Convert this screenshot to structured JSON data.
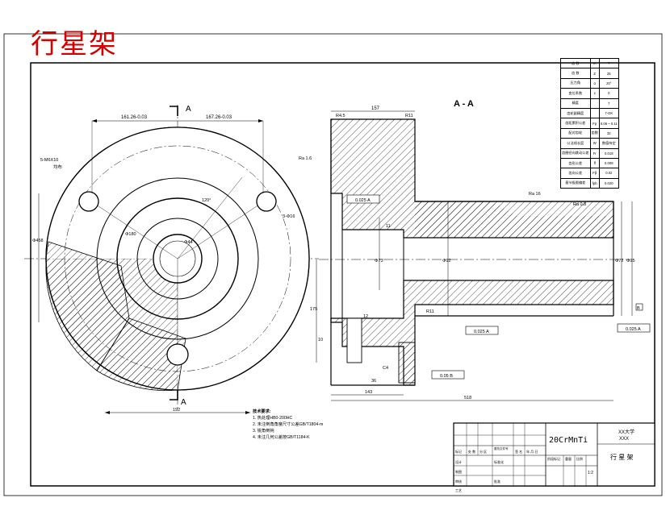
{
  "drawing": {
    "title_red": "行星架",
    "section_label": "A - A",
    "cut_label_top": "A",
    "cut_label_bottom": "A"
  },
  "param_table": [
    [
      "齿 数",
      "m",
      "7"
    ],
    [
      "齿 数",
      "Z",
      "25"
    ],
    [
      "压力角",
      "α",
      "20°"
    ],
    [
      "变位系数",
      "x",
      "0"
    ],
    [
      "精度",
      "",
      "7"
    ],
    [
      "齿轮副精度",
      "",
      "7-GK"
    ],
    [
      "齿距累积公差",
      "Fp",
      "0.06 ~ 0.11"
    ],
    [
      "配对齿轮",
      "齿数",
      "32"
    ],
    [
      "公法线长度",
      "W",
      "数值待定"
    ],
    [
      "齿圈径向跳动公差",
      "Fr",
      "0.018"
    ],
    [
      "齿形公差",
      "ff",
      "0.008"
    ],
    [
      "齿向公差",
      "Fβ",
      "0.02"
    ],
    [
      "基节极限偏差",
      "fpb",
      "0.020"
    ]
  ],
  "dims_left": {
    "top_left": "161.26-0.03",
    "top_right": "167.26-0.03",
    "hole_note": "5-M6X10",
    "hole_note_sub": "均布",
    "hole_note_right": "3-Φ16",
    "ra_right": "Ra 1.6",
    "dia_small": "Φ44",
    "dia_mid": "Φ180",
    "left_dim": "Φ458",
    "bottom_dim": "192",
    "angle": "120°"
  },
  "dims_right": {
    "top_overall": "157",
    "r_top_left": "R4.5",
    "r_top_right": "R11",
    "ra_16": "Ra 16",
    "ra_08": "Ra 0.8",
    "tol_left": "0.025 A",
    "tol_bottom": "0.025 A",
    "tol_far_right": "0.025 A",
    "tol_b": "0.05 B",
    "r11_bottom": "R11",
    "dia_inner": "Φ73",
    "dia_bore": "Φ92",
    "dia_shaft": "Φ72",
    "dia_end": "Φ95",
    "height_175": "175",
    "w_11": "11",
    "w_10": "10",
    "w_12": "12",
    "w_36": "36",
    "w_143": "143",
    "w_518": "518",
    "c4": "C4",
    "label_b": "B"
  },
  "tech_notes": {
    "heading": "技术要求:",
    "items": [
      "1. 热处理HB0-200HC",
      "2. 未注倒角角度尺寸公差GB/T1804-m",
      "3. 锐角倒钝",
      "4. 未注几何公差按GB/T1184-K"
    ]
  },
  "title_block": {
    "material": "20CrMnTi",
    "university": "XX大学",
    "university_sub": "XXX",
    "part_name": "行 星 架",
    "scale": "1:2",
    "row_labels": [
      "标记",
      "处 数",
      "分 区",
      "更改文件号",
      "签 名",
      "年.月.日"
    ],
    "design": "设计",
    "check": "审核",
    "craft": "工艺",
    "drawn": "制图",
    "std": "标准化",
    "approve": "批准",
    "stage_mark": "阶段标记",
    "weight": "重量",
    "ratio": "比例"
  }
}
